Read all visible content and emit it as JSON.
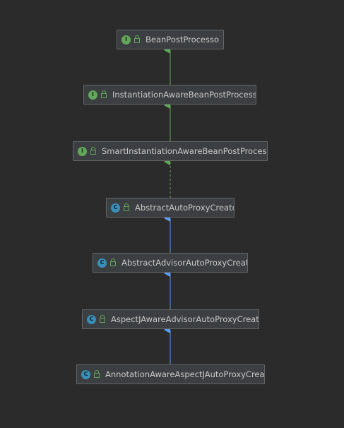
{
  "colors": {
    "background": "#2b2b2b",
    "node_fill": "#3c3f41",
    "node_border": "#646464",
    "interface_badge": "#62a85a",
    "class_badge": "#3a8fb7",
    "extends_arrow": "#5a9bf6",
    "implements_arrow": "#62a85a",
    "label_text": "#c8c8c8"
  },
  "nodes": [
    {
      "id": "n1",
      "label": "BeanPostProcesso",
      "kind": "interface",
      "badge": "I",
      "icon": "interface-icon"
    },
    {
      "id": "n2",
      "label": "InstantiationAwareBeanPostProcesso",
      "kind": "interface",
      "badge": "I",
      "icon": "interface-icon"
    },
    {
      "id": "n3",
      "label": "SmartInstantiationAwareBeanPostProcesso",
      "kind": "interface",
      "badge": "I",
      "icon": "interface-icon"
    },
    {
      "id": "n4",
      "label": "AbstractAutoProxyCreator",
      "kind": "abstract",
      "badge": "C",
      "icon": "abstract-class-icon"
    },
    {
      "id": "n5",
      "label": "AbstractAdvisorAutoProxyCreator",
      "kind": "abstract",
      "badge": "C",
      "icon": "abstract-class-icon"
    },
    {
      "id": "n6",
      "label": "AspectJAwareAdvisorAutoProxyCreator",
      "kind": "class",
      "badge": "C",
      "icon": "class-icon"
    },
    {
      "id": "n7",
      "label": "AnnotationAwareAspectJAutoProxyCreato",
      "kind": "class",
      "badge": "C",
      "icon": "class-icon"
    }
  ],
  "edges": [
    {
      "from": "n2",
      "to": "n1",
      "type": "extends-interface",
      "style": "solid",
      "color": "#62a85a"
    },
    {
      "from": "n3",
      "to": "n2",
      "type": "extends-interface",
      "style": "solid",
      "color": "#62a85a"
    },
    {
      "from": "n4",
      "to": "n3",
      "type": "implements",
      "style": "dashed",
      "color": "#62a85a"
    },
    {
      "from": "n5",
      "to": "n4",
      "type": "extends",
      "style": "solid",
      "color": "#5a9bf6"
    },
    {
      "from": "n6",
      "to": "n5",
      "type": "extends",
      "style": "solid",
      "color": "#5a9bf6"
    },
    {
      "from": "n7",
      "to": "n6",
      "type": "extends",
      "style": "solid",
      "color": "#5a9bf6"
    }
  ]
}
